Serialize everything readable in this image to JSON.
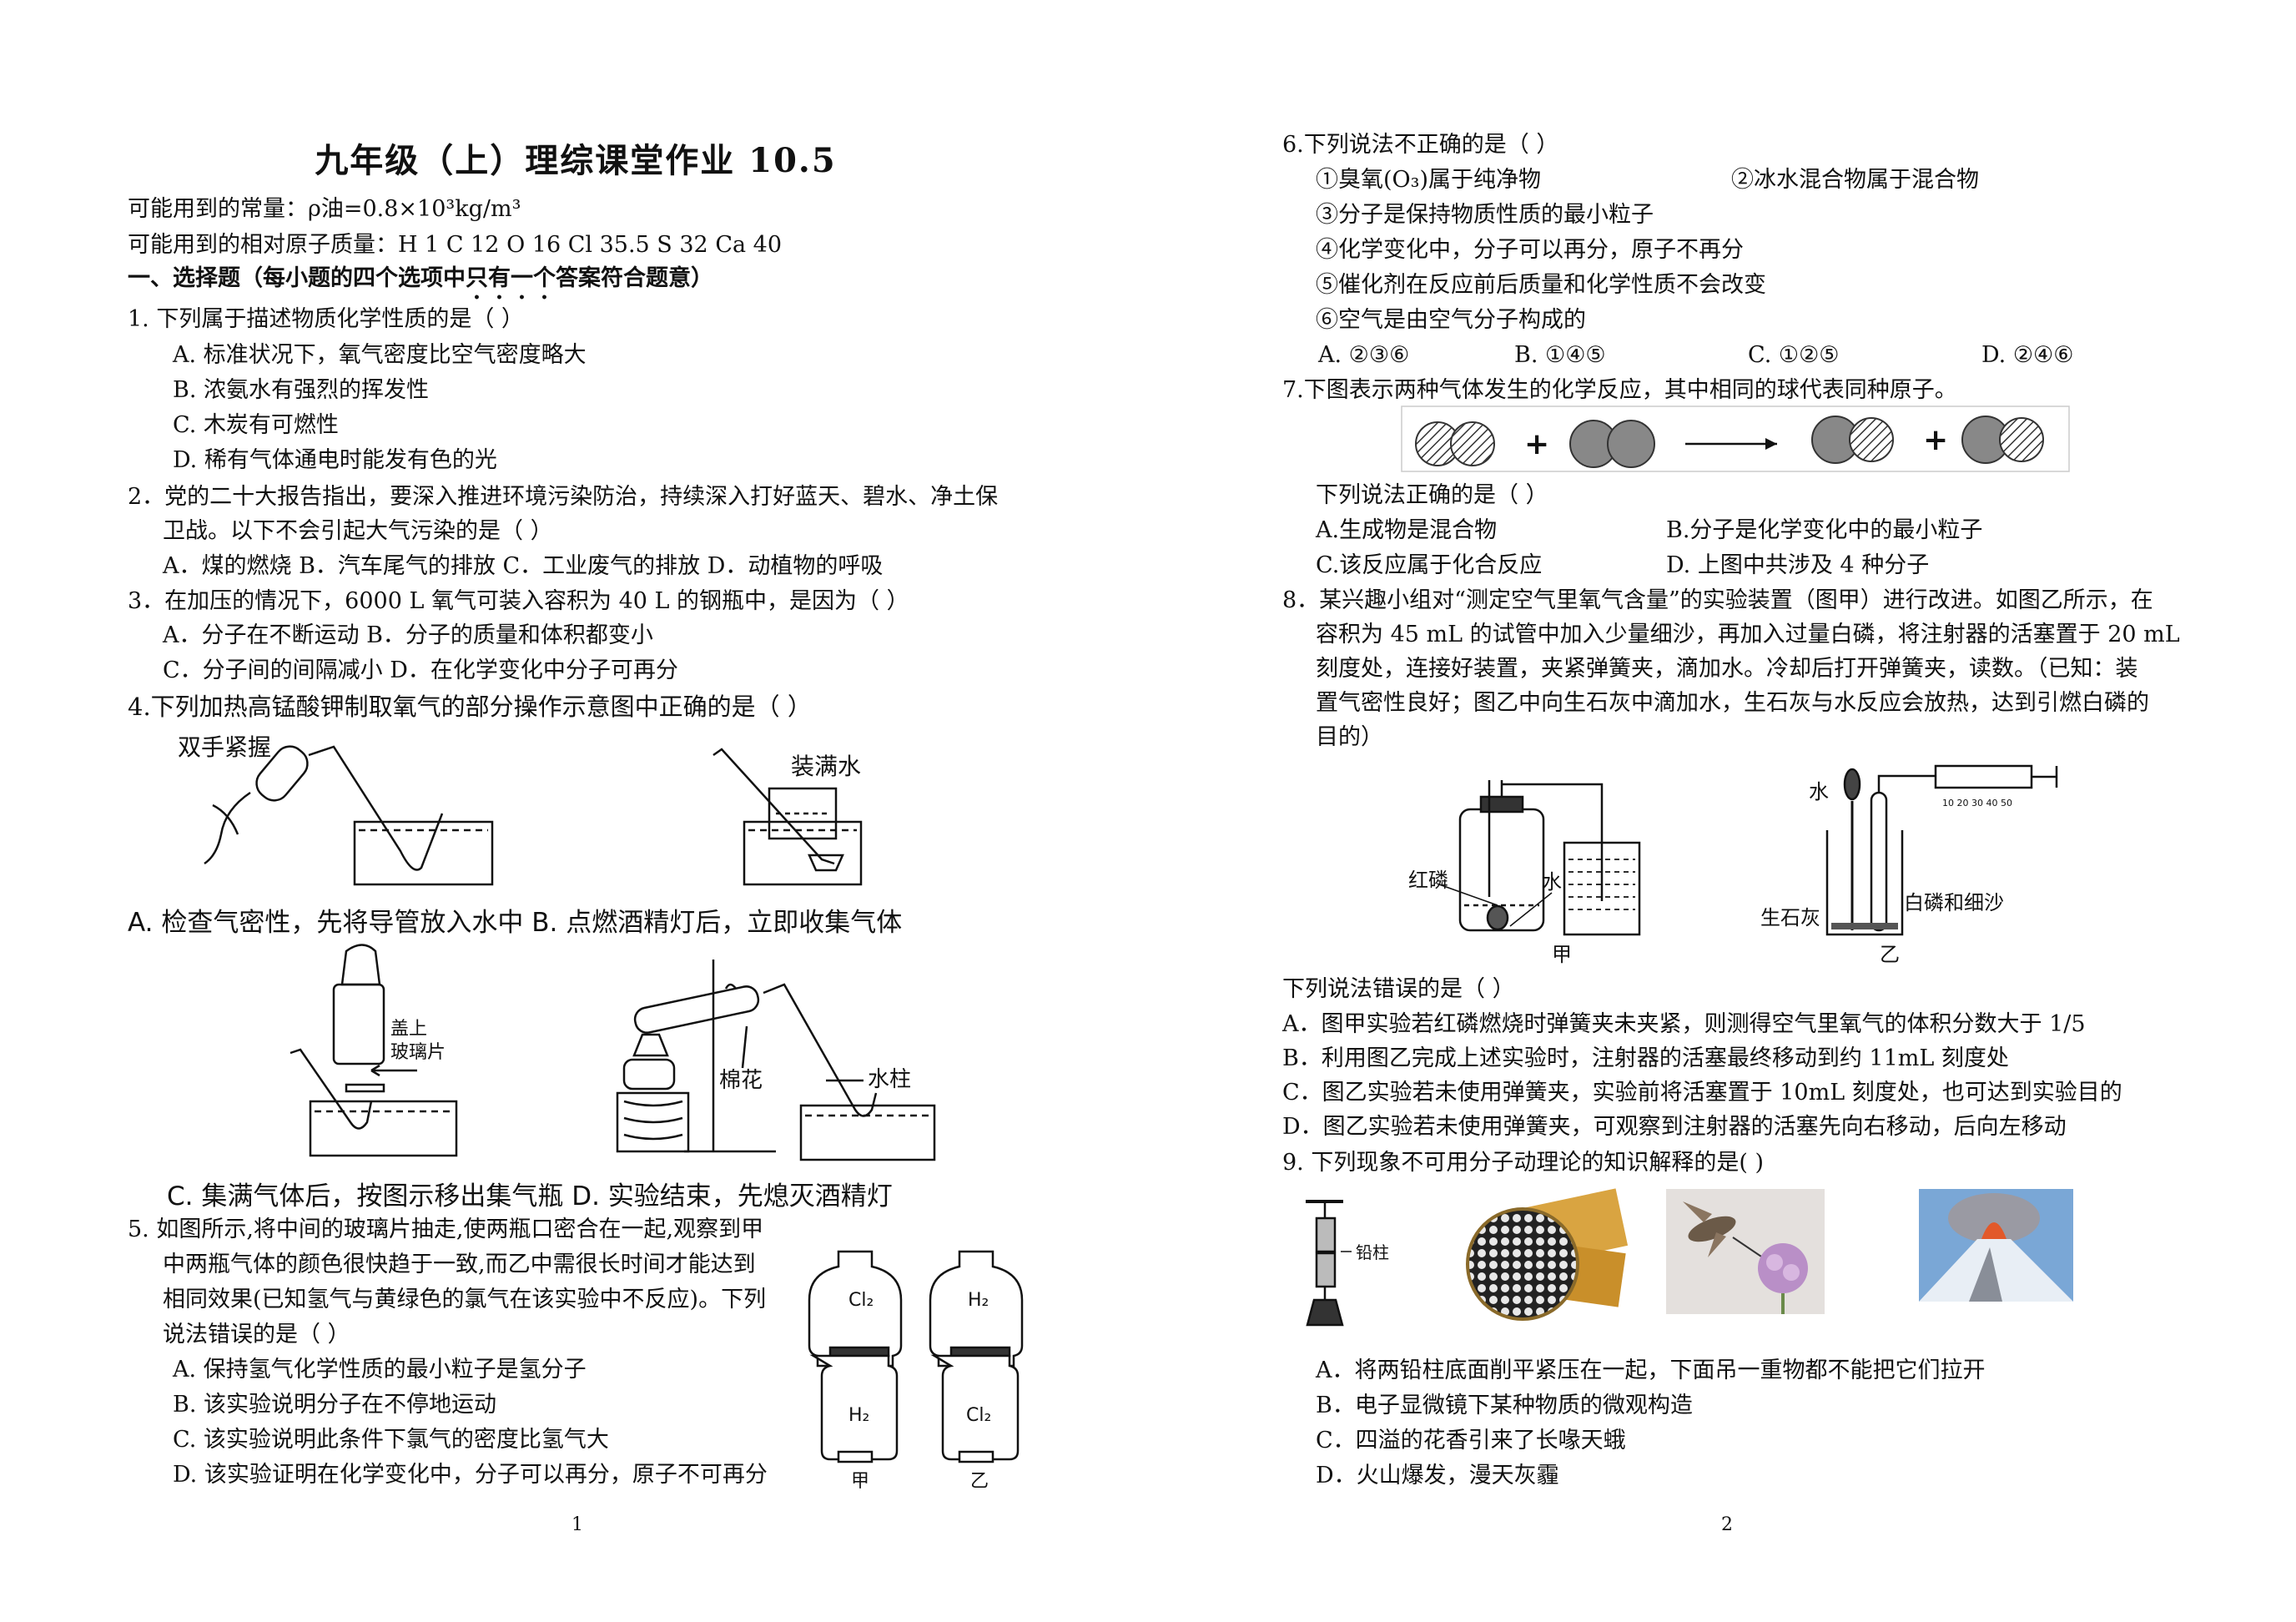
{
  "page": {
    "title": "九年级（上）理综课堂作业 10.5",
    "constants": "可能用到的常量：ρ油=0.8×10³kg/m³",
    "masses": "可能用到的相对原子质量：H  1  C  12  O  16  Cl  35.5   S 32   Ca  40",
    "section_prefix": "一、选择题（每小题的四个选项中",
    "section_dotted": "只有一个",
    "section_suffix": "答案符合题意）",
    "page1": "1",
    "page2": "2"
  },
  "q1": {
    "stem": "1. 下列属于描述物质化学性质的是（     ）",
    "a": "A. 标准状况下，氧气密度比空气密度略大",
    "b": "B. 浓氨水有强烈的挥发性",
    "c": "C. 木炭有可燃性",
    "d": "D. 稀有气体通电时能发有色的光"
  },
  "q2": {
    "line1": "2．党的二十大报告指出，要深入推进环境污染防治，持续深入打好蓝天、碧水、净土保",
    "line2": "卫战。以下不会引起大气污染的是（        ）",
    "options": "A．煤的燃烧    B．汽车尾气的排放    C．工业废气的排放    D．动植物的呼吸"
  },
  "q3": {
    "stem": "3．在加压的情况下，6000 L 氧气可装入容积为 40 L 的钢瓶中，是因为（        ）",
    "ab": "A．分子在不断运动          B．分子的质量和体积都变小",
    "cd": "C．分子间的间隔减小        D．在化学变化中分子可再分"
  },
  "q4": {
    "stem": "4.下列加热高锰酸钾制取氧气的部分操作示意图中正确的是（     ）",
    "label_hands": "双手紧握",
    "label_full_water": "装满水",
    "caption_ab": "A. 检查气密性，先将导管放入水中    B. 点燃酒精灯后，立即收集气体",
    "label_cover1": "盖上",
    "label_cover2": "玻璃片",
    "label_cotton": "棉花",
    "label_water_column": "水柱",
    "caption_cd": "C. 集满气体后，按图示移出集气瓶    D. 实验结束，先熄灭酒精灯"
  },
  "q5": {
    "line1": "5. 如图所示,将中间的玻璃片抽走,使两瓶口密合在一起,观察到甲",
    "line2": "中两瓶气体的颜色很快趋于一致,而乙中需很长时间才能达到",
    "line3": "相同效果(已知氢气与黄绿色的氯气在该实验中不反应)。下列",
    "line4": "说法错误的是（        ）",
    "a": "A. 保持氢气化学性质的最小粒子是氢分子",
    "b": "B. 该实验说明分子在不停地运动",
    "c": "C. 该实验说明此条件下氯气的密度比氢气大",
    "d": "D. 该实验证明在化学变化中，分子可以再分，原子不可再分",
    "jar_top_jia": "Cl₂",
    "jar_bottom_jia": "H₂",
    "jar_top_yi": "H₂",
    "jar_bottom_yi": "Cl₂",
    "label_jia": "甲",
    "label_yi": "乙"
  },
  "q6": {
    "stem": "6.下列说法不正确的是（          ）",
    "s1": "①臭氧(O₃)属于纯净物",
    "s2": "②冰水混合物属于混合物",
    "s3": "③分子是保持物质性质的最小粒子",
    "s4": "④化学变化中，分子可以再分，原子不再分",
    "s5": "⑤催化剂在反应前后质量和化学性质不会改变",
    "s6": "⑥空气是由空气分子构成的",
    "a": "A. ②③⑥",
    "b": "B. ①④⑤",
    "c": "C. ①②⑤",
    "d": "D. ②④⑥"
  },
  "q7": {
    "stem": "7.下图表示两种气体发生的化学反应，其中相同的球代表同种原子。",
    "plus": "+",
    "sub": "下列说法正确的是（        ）",
    "a": "A.生成物是混合物",
    "b": "B.分子是化学变化中的最小粒子",
    "c": "C.该反应属于化合反应",
    "d": "D. 上图中共涉及 4 种分子"
  },
  "q8": {
    "line1": "8．某兴趣小组对“测定空气里氧气含量”的实验装置（图甲）进行改进。如图乙所示，在",
    "line2": "容积为 45 mL 的试管中加入少量细沙，再加入过量白磷，将注射器的活塞置于 20 mL",
    "line3": "刻度处，连接好装置，夹紧弹簧夹，滴加水。冷却后打开弹簧夹，读数。（已知：装",
    "line4": "置气密性良好；图乙中向生石灰中滴加水，生石灰与水反应会放热，达到引燃白磷的",
    "line5": "目的）",
    "label_red_p": "红磷",
    "label_water": "水",
    "label_jia": "甲",
    "label_water2": "水",
    "label_quicklime": "生石灰",
    "label_white_p": "白磷和细沙",
    "label_yi": "乙",
    "syringe_ticks": "10 20 30 40 50",
    "sub": "下列说法错误的是（        ）",
    "a": "A．图甲实验若红磷燃烧时弹簧夹未夹紧，则测得空气里氧气的体积分数大于 1/5",
    "b": "B．利用图乙完成上述实验时，注射器的活塞最终移动到约 11mL 刻度处",
    "c": "C．图乙实验若未使用弹簧夹，实验前将活塞置于 10mL 刻度处，也可达到实验目的",
    "d": "D．图乙实验若未使用弹簧夹，可观察到注射器的活塞先向右移动，后向左移动"
  },
  "q9": {
    "stem": "9. 下列现象不可用分子动理论的知识解释的是(        )",
    "label_lead": "铅柱",
    "a": "A．将两铅柱底面削平紧压在一起，下面吊一重物都不能把它们拉开",
    "b": "B．电子显微镜下某种物质的微观构造",
    "c": "C．四溢的花香引来了长喙天蛾",
    "d": "D．火山爆发，漫天灰霾"
  }
}
